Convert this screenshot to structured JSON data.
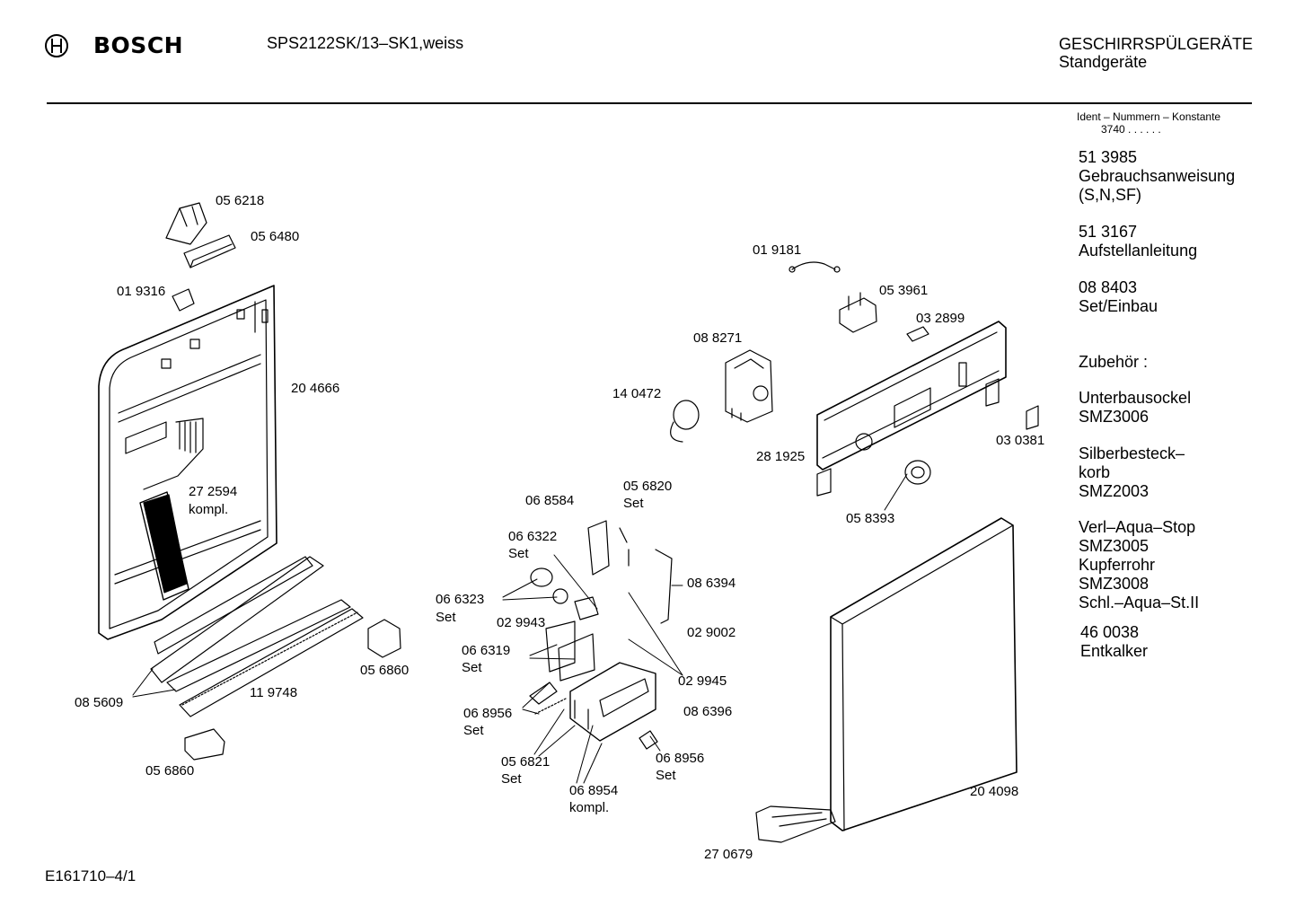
{
  "header": {
    "brand": "BOSCH",
    "model": "SPS2122SK/13–SK1,weiss",
    "category": "GESCHIRRSPÜLGERÄTE",
    "subcategory": "Standgeräte"
  },
  "ident": {
    "label": "Ident – Nummern – Konstante",
    "constant": "3740 .  .    .  .  .  ."
  },
  "sidebar": [
    {
      "number": "51 3985",
      "text": "Gebrauchsanweisung",
      "text2": "(S,N,SF)"
    },
    {
      "number": "51 3167",
      "text": "Aufstellanleitung"
    },
    {
      "number": "08 8403",
      "text": "Set/Einbau"
    },
    {
      "heading": "Zubehör :"
    },
    {
      "text": "Unterbausockel",
      "text2": "SMZ3006"
    },
    {
      "text": "Silberbesteck–",
      "text2": "korb",
      "text3": "SMZ2003"
    },
    {
      "text": "Verl–Aqua–Stop",
      "text2": "SMZ3005",
      "text3": "Kupferrohr",
      "text4": "SMZ3008",
      "text5": "Schl.–Aqua–St.II"
    },
    {
      "number": "46 0038",
      "text": "Entkalker"
    }
  ],
  "part_labels": [
    "05 6218",
    "05 6480",
    "01 9316",
    "20 4666",
    "27 2594",
    "kompl.",
    "08 5609",
    "11 9748",
    "05 6860",
    "05 6860",
    "01 9181",
    "05 3961",
    "03 2899",
    "08 8271",
    "14 0472",
    "28 1925",
    "03 0381",
    "05 8393",
    "06 8584",
    "05 6820",
    "Set",
    "06 6322",
    "Set",
    "06 6323",
    "Set",
    "08 6394",
    "02 9943",
    "02 9002",
    "06 6319",
    "Set",
    "02 9945",
    "06 8956",
    "Set",
    "08 6396",
    "05 6821",
    "Set",
    "06 8956",
    "Set",
    "06 8954",
    "kompl.",
    "20 4098",
    "27 0679"
  ],
  "footer": {
    "drawing_id": "E161710–4/1"
  }
}
